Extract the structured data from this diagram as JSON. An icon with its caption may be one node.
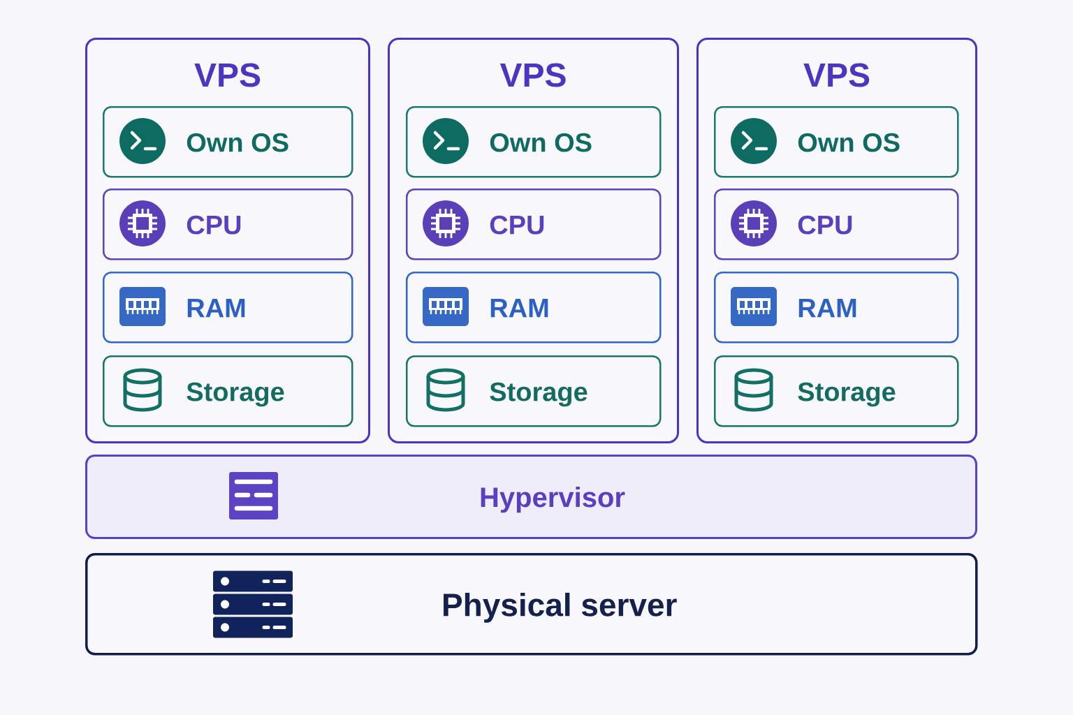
{
  "diagram": {
    "nodes": [
      {
        "text": [
          "VPS"
        ]
      },
      {
        "text": [
          "Own OS"
        ],
        "in": 0
      },
      {
        "text": [
          "CPU"
        ],
        "in": 0
      },
      {
        "text": [
          "RAM"
        ],
        "in": 0
      },
      {
        "text": [
          "Storage"
        ],
        "in": 0
      },
      {
        "text": [
          "VPS"
        ]
      },
      {
        "text": [
          "Own OS"
        ],
        "in": 5
      },
      {
        "text": [
          "CPU"
        ],
        "in": 5
      },
      {
        "text": [
          "RAM"
        ],
        "in": 5
      },
      {
        "text": [
          "Storage"
        ],
        "in": 5
      },
      {
        "text": [
          "VPS"
        ]
      },
      {
        "text": [
          "Own OS"
        ],
        "in": 10
      },
      {
        "text": [
          "CPU"
        ],
        "in": 10
      },
      {
        "text": [
          "RAM"
        ],
        "in": 10
      },
      {
        "text": [
          "Storage"
        ],
        "in": 10
      },
      {
        "text": [
          "Hypervisor"
        ]
      },
      {
        "text": [
          "Physical server"
        ]
      }
    ]
  }
}
